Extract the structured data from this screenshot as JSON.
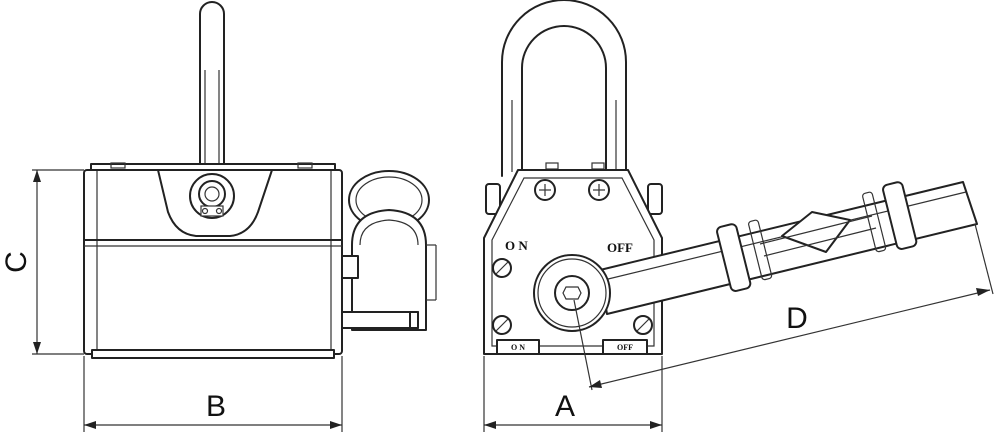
{
  "dimensions": {
    "a": "A",
    "b": "B",
    "c": "C",
    "d": "D"
  },
  "switch_labels": {
    "on": "O N",
    "off": "OFF",
    "plate_on": "O N",
    "plate_off": "OFF"
  },
  "colors": {
    "line": "#222222",
    "background": "#ffffff"
  }
}
